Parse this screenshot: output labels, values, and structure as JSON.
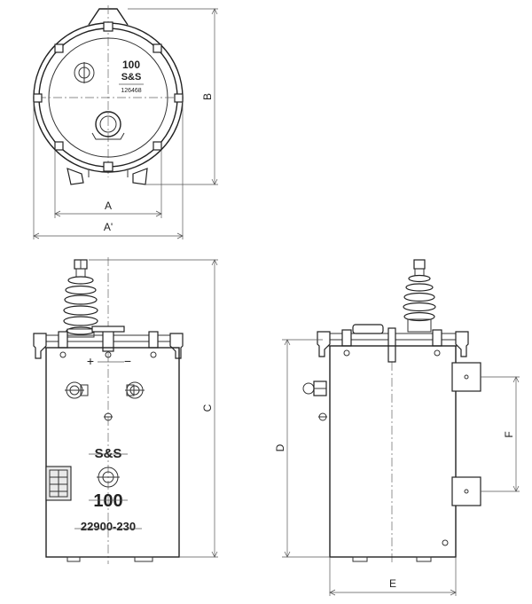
{
  "dimensions": {
    "a": "A",
    "a_prime": "A'",
    "b": "B",
    "c": "C",
    "d": "D",
    "e": "E",
    "f": "F"
  },
  "top_view": {
    "logo": "S&S",
    "rating": "100",
    "serial": "126468"
  },
  "front_view": {
    "logo": "S&S",
    "rating": "100",
    "voltage": "22900-230",
    "plus": "+",
    "minus": "−"
  }
}
